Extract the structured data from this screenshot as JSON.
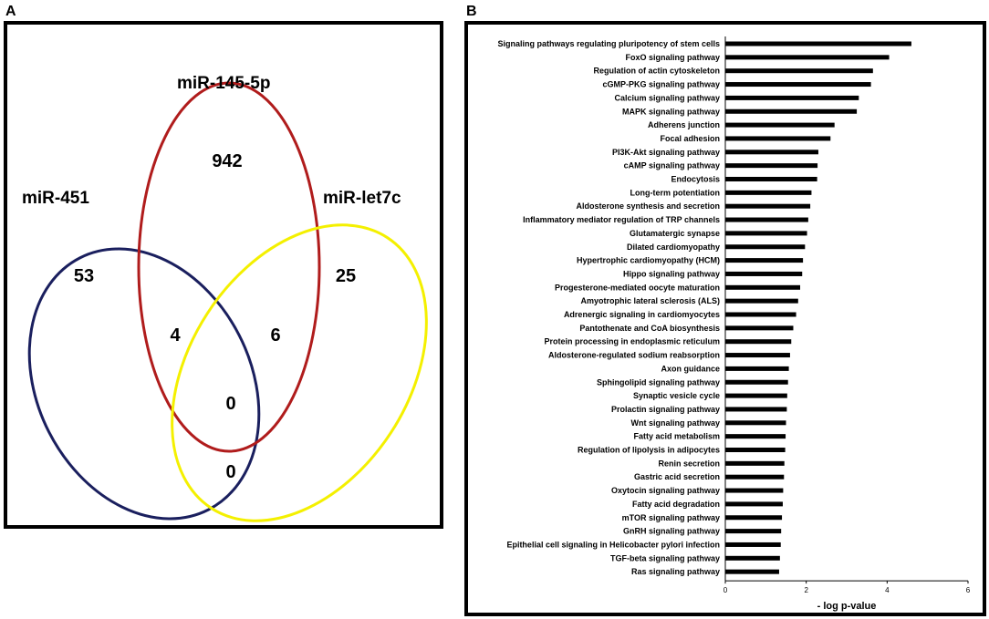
{
  "panels": {
    "a_letter": "A",
    "b_letter": "B"
  },
  "venn": {
    "sets": [
      {
        "name": "miR-451",
        "color": "#1a1f5e"
      },
      {
        "name": "miR-145-5p",
        "color": "#b01c1c"
      },
      {
        "name": "miR-let7c",
        "color": "#f4f000"
      }
    ],
    "regions": {
      "only_145": "942",
      "only_451": "53",
      "only_let7c": "25",
      "r451_145": "4",
      "r145_let7c": "6",
      "all_three": "0",
      "r451_let7c": "0"
    }
  },
  "chart_data": {
    "type": "bar",
    "orientation": "horizontal",
    "categories": [
      "Signaling pathways regulating pluripotency of stem cells",
      "FoxO signaling pathway",
      "Regulation of actin cytoskeleton",
      "cGMP-PKG signaling pathway",
      "Calcium signaling pathway",
      "MAPK signaling pathway",
      "Adherens junction",
      "Focal adhesion",
      "PI3K-Akt signaling pathway",
      "cAMP signaling pathway",
      "Endocytosis",
      "Long-term potentiation",
      "Aldosterone synthesis and secretion",
      "Inflammatory mediator regulation of TRP channels",
      "Glutamatergic synapse",
      "Dilated cardiomyopathy",
      "Hypertrophic cardiomyopathy (HCM)",
      "Hippo signaling pathway",
      "Progesterone-mediated oocyte maturation",
      "Amyotrophic lateral sclerosis (ALS)",
      "Adrenergic signaling in cardiomyocytes",
      "Pantothenate and CoA biosynthesis",
      "Protein processing in endoplasmic reticulum",
      "Aldosterone-regulated sodium reabsorption",
      "Axon guidance",
      "Sphingolipid signaling pathway",
      "Synaptic vesicle cycle",
      "Prolactin signaling pathway",
      "Wnt signaling pathway",
      "Fatty acid metabolism",
      "Regulation of lipolysis in adipocytes",
      "Renin secretion",
      "Gastric acid secretion",
      "Oxytocin signaling pathway",
      "Fatty acid degradation",
      "mTOR signaling pathway",
      "GnRH signaling pathway",
      "Epithelial cell signaling in Helicobacter pylori infection",
      "TGF-beta signaling pathway",
      "Ras signaling pathway"
    ],
    "values": [
      4.6,
      4.05,
      3.65,
      3.6,
      3.3,
      3.25,
      2.7,
      2.6,
      2.3,
      2.28,
      2.27,
      2.13,
      2.1,
      2.05,
      2.02,
      1.97,
      1.92,
      1.9,
      1.85,
      1.8,
      1.75,
      1.68,
      1.63,
      1.6,
      1.57,
      1.55,
      1.53,
      1.52,
      1.5,
      1.49,
      1.48,
      1.46,
      1.45,
      1.43,
      1.42,
      1.4,
      1.38,
      1.37,
      1.35,
      1.33
    ],
    "xlabel": "- log p-value",
    "ylabel": "",
    "xlim": [
      0,
      6
    ],
    "xticks": [
      0,
      2,
      4,
      6
    ],
    "bar_color": "#000000",
    "grid": false,
    "legend": "none"
  }
}
